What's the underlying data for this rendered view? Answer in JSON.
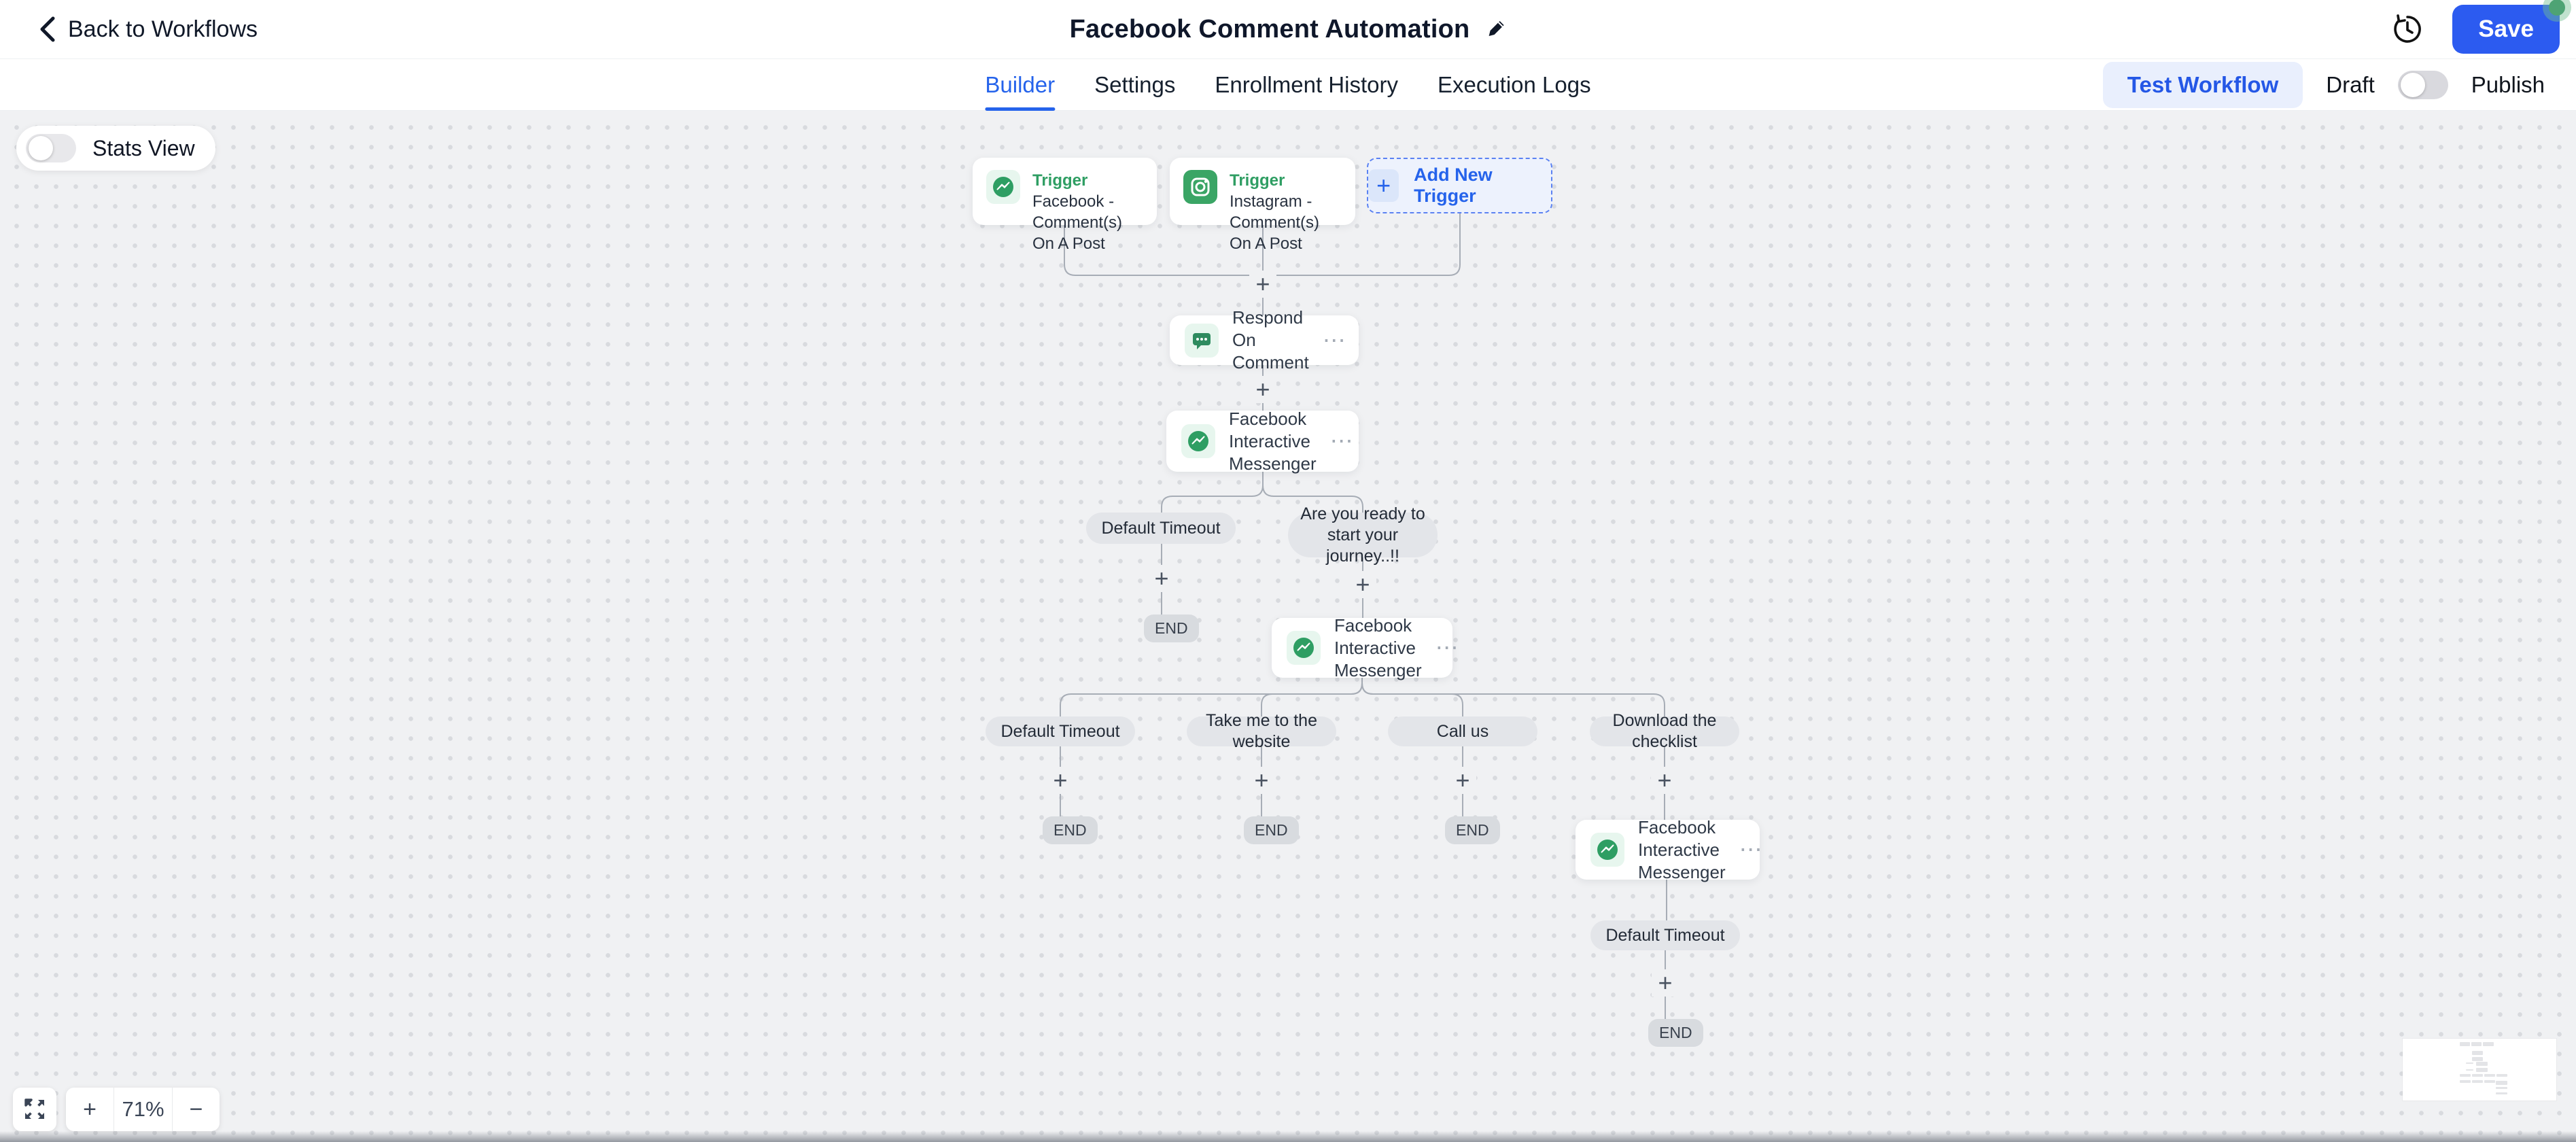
{
  "header": {
    "back": "Back to Workflows",
    "title": "Facebook Comment Automation",
    "save": "Save"
  },
  "tabs": {
    "builder": "Builder",
    "settings": "Settings",
    "enrollment_history": "Enrollment History",
    "execution_logs": "Execution Logs"
  },
  "workflow_controls": {
    "test_workflow": "Test Workflow",
    "draft": "Draft",
    "publish": "Publish",
    "publish_toggle_on": false
  },
  "canvas": {
    "stats_view": "Stats View",
    "stats_toggle_on": false,
    "trigger_label": "Trigger",
    "trigger_facebook": "Facebook - Comment(s) On A Post",
    "trigger_instagram": "Instagram - Comment(s) On A Post",
    "add_new_trigger": "Add New Trigger",
    "node_respond": "Respond On Comment",
    "node_messenger": "Facebook Interactive Messenger",
    "branch_default_timeout": "Default Timeout",
    "branch_journey": "Are you ready to start your journey..!!",
    "branch_take_me": "Take me to the website",
    "branch_call_us": "Call us",
    "branch_download": "Download the checklist",
    "end": "END",
    "menu_ellipsis": "⋯",
    "plus": "+"
  },
  "zoom_controls": {
    "zoom_in": "+",
    "zoom_level": "71%",
    "zoom_out": "−"
  },
  "colors": {
    "accent_blue": "#2c5bf0",
    "link_blue": "#2563eb",
    "trigger_green": "#2f9e63",
    "canvas_bg": "#f0f1f3",
    "pill_gray": "#e3e5e9"
  }
}
